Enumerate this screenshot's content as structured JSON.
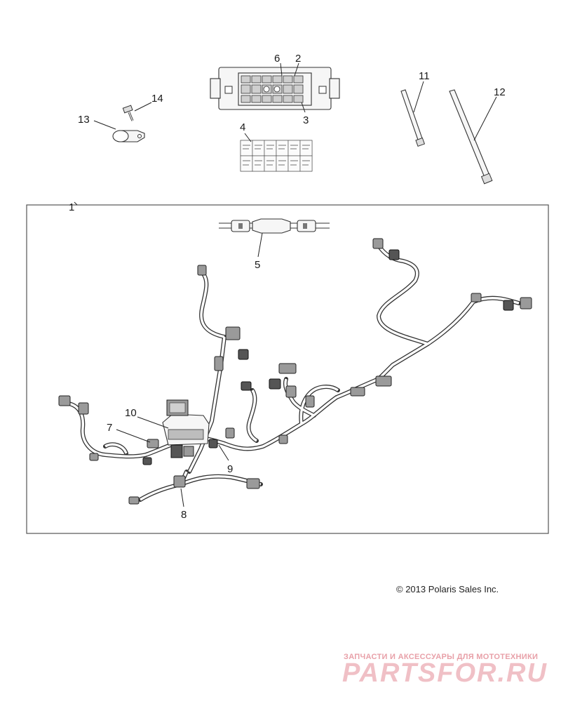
{
  "callouts": {
    "c1": "1",
    "c2": "2",
    "c3": "3",
    "c4": "4",
    "c5": "5",
    "c6": "6",
    "c7": "7",
    "c8": "8",
    "c9": "9",
    "c10": "10",
    "c11": "11",
    "c12": "12",
    "c13": "13",
    "c14": "14"
  },
  "copyright": "© 2013 Polaris Sales Inc.",
  "watermark": {
    "tagline": "ЗАПЧАСТИ И АКСЕССУАРЫ ДЛЯ МОТОТЕХНИКИ",
    "brand": "PARTSFOR.RU"
  },
  "colors": {
    "line": "#333333",
    "watermark": "#e8a0a8"
  }
}
